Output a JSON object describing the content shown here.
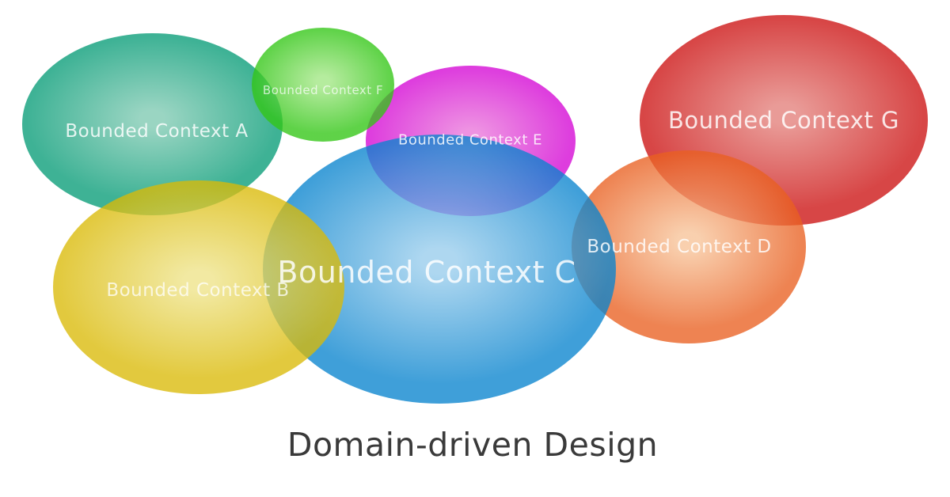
{
  "title": {
    "text": "Domain-driven Design",
    "color": "#3a3a3a"
  },
  "background_color": "#ffffff",
  "label_text_color": "#ffffff",
  "diagram": {
    "type": "euler-overlap-diagram",
    "contexts": [
      {
        "id": "A",
        "label": "Bounded Context A",
        "fill_inner": "#7dc9b1",
        "fill_edge": "#079c77"
      },
      {
        "id": "B",
        "label": "Bounded Context B",
        "fill_inner": "#eee388",
        "fill_edge": "#daba07"
      },
      {
        "id": "C",
        "label": "Bounded Context C",
        "fill_inner": "#97ccec",
        "fill_edge": "#0984ce"
      },
      {
        "id": "D",
        "label": "Bounded Context D",
        "fill_inner": "#f7c297",
        "fill_edge": "#e96021"
      },
      {
        "id": "E",
        "label": "Bounded Context E",
        "fill_inner": "#e973da",
        "fill_edge": "#d406d4"
      },
      {
        "id": "F",
        "label": "Bounded Context F",
        "fill_inner": "#a0e682",
        "fill_edge": "#32c615"
      },
      {
        "id": "G",
        "label": "Bounded Context G",
        "fill_inner": "#e37f7a",
        "fill_edge": "#cc1212"
      }
    ]
  }
}
